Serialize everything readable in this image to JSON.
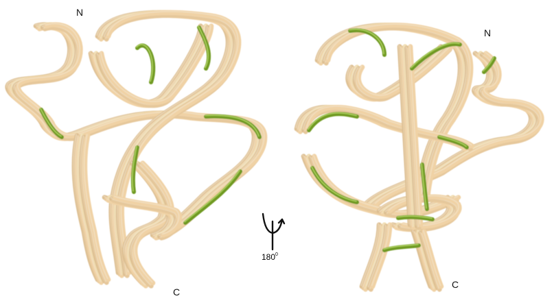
{
  "labels": {
    "left_n": "N",
    "right_n": "N",
    "left_c": "C",
    "right_c": "C",
    "rotation_value": "180",
    "rotation_superscript": "0"
  },
  "colors": {
    "ensemble": "#d7bd95",
    "highlight": "#6f9a22",
    "background": "#ffffff"
  }
}
